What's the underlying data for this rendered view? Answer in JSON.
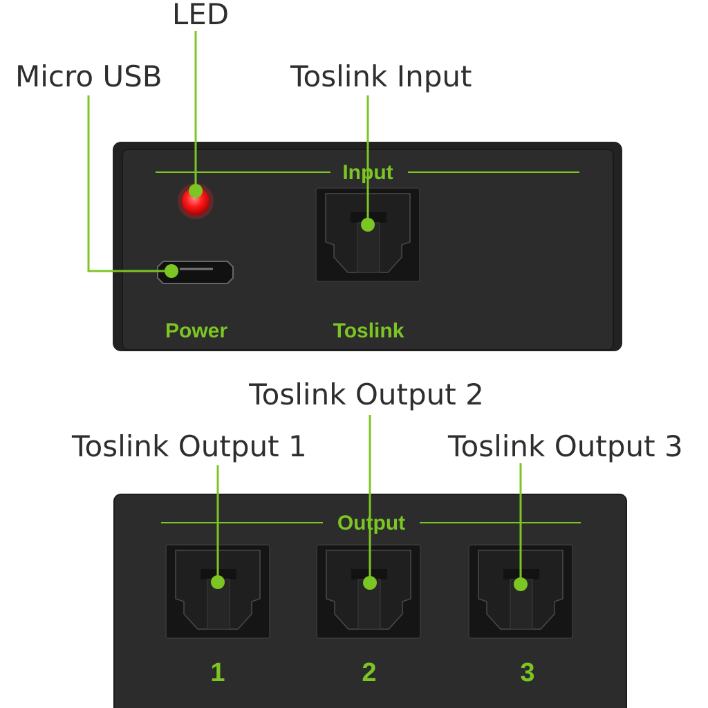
{
  "colors": {
    "accent": "#7cc623",
    "panel": "#2b2b2b",
    "led": "#ff1a1a",
    "callout_text": "#2e2e2e"
  },
  "callouts": {
    "led": "LED",
    "micro_usb": "Micro USB",
    "toslink_input": "Toslink Input",
    "toslink_output_1": "Toslink Output 1",
    "toslink_output_2": "Toslink Output 2",
    "toslink_output_3": "Toslink Output 3"
  },
  "input_panel": {
    "section_label": "Input",
    "power_label": "Power",
    "toslink_label": "Toslink"
  },
  "output_panel": {
    "section_label": "Output",
    "port_numbers": [
      "1",
      "2",
      "3"
    ]
  }
}
